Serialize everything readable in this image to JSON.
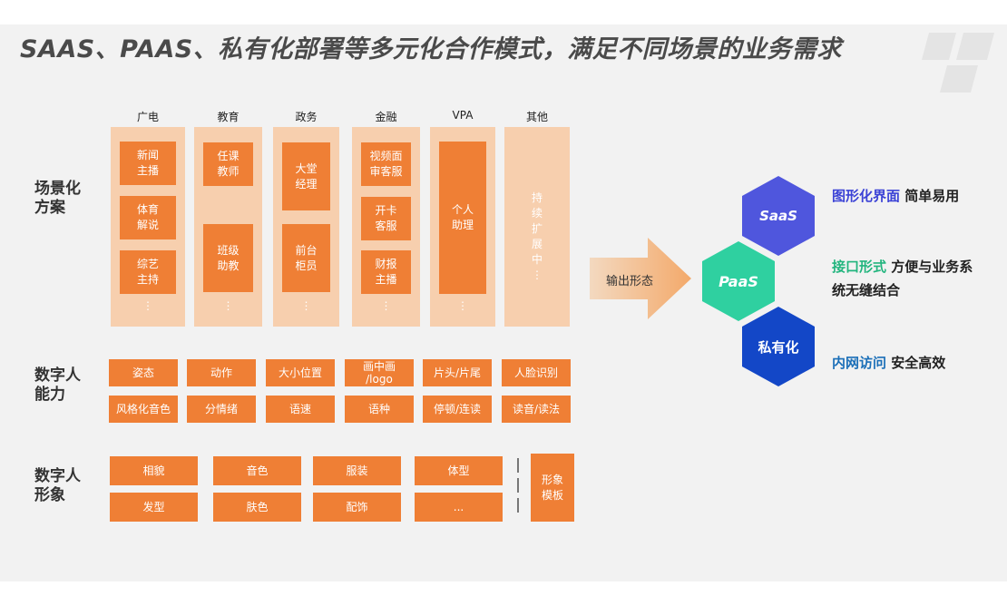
{
  "title": "SAAS、PAAS、私有化部署等多元化合作模式，满足不同场景的业务需求",
  "row_labels": {
    "scenario": "场景化\n方案",
    "ability": "数字人\n能力",
    "image": "数字人\n形象"
  },
  "columns": [
    {
      "head": "广电",
      "items": [
        "新闻\n主播",
        "体育\n解说",
        "综艺\n主持"
      ],
      "more": "⋮"
    },
    {
      "head": "教育",
      "items": [
        "任课\n教师",
        "班级\n助教"
      ],
      "more": "⋮"
    },
    {
      "head": "政务",
      "items": [
        "大堂\n经理",
        "前台\n柜员"
      ],
      "more": "⋮"
    },
    {
      "head": "金融",
      "items": [
        "视频面\n审客服",
        "开卡\n客服",
        "财报\n主播"
      ],
      "more": "⋮"
    },
    {
      "head": "VPA",
      "items": [
        "个人\n助理"
      ],
      "more": "⋮"
    },
    {
      "head": "其他",
      "vertical": "持\n续\n扩\n展\n中\n⋮"
    }
  ],
  "abilities": [
    [
      "姿态",
      "动作",
      "大小位置",
      "画中画\n/logo",
      "片头/片尾",
      "人脸识别"
    ],
    [
      "风格化音色",
      "分情绪",
      "语速",
      "语种",
      "停顿/连读",
      "读音/读法"
    ]
  ],
  "images": [
    [
      "相貌",
      "音色",
      "服装",
      "体型"
    ],
    [
      "发型",
      "肤色",
      "配饰",
      "..."
    ]
  ],
  "template_box": "形象\n模板",
  "output_label": "输出形态",
  "hexagons": {
    "saas": {
      "label": "SaaS",
      "color": "#4f56dd"
    },
    "paas": {
      "label": "PaaS",
      "color": "#2fd0a0"
    },
    "private": {
      "label": "私有化",
      "color": "#1347c7"
    }
  },
  "descriptions": {
    "saas": {
      "highlight": "图形化界面",
      "highlight_color": "#3c43d6",
      "rest": " 简单易用"
    },
    "paas": {
      "highlight": "接口形式",
      "highlight_color": "#22b57e",
      "rest": " 方便与业务系",
      "rest2": "统无缝结合"
    },
    "private": {
      "highlight": "内网访问",
      "highlight_color": "#1b6fb8",
      "rest": " 安全高效"
    }
  },
  "colors": {
    "orange": "#ef7f35",
    "light_orange": "#f7cfae",
    "panel": "#f2f2f2"
  }
}
